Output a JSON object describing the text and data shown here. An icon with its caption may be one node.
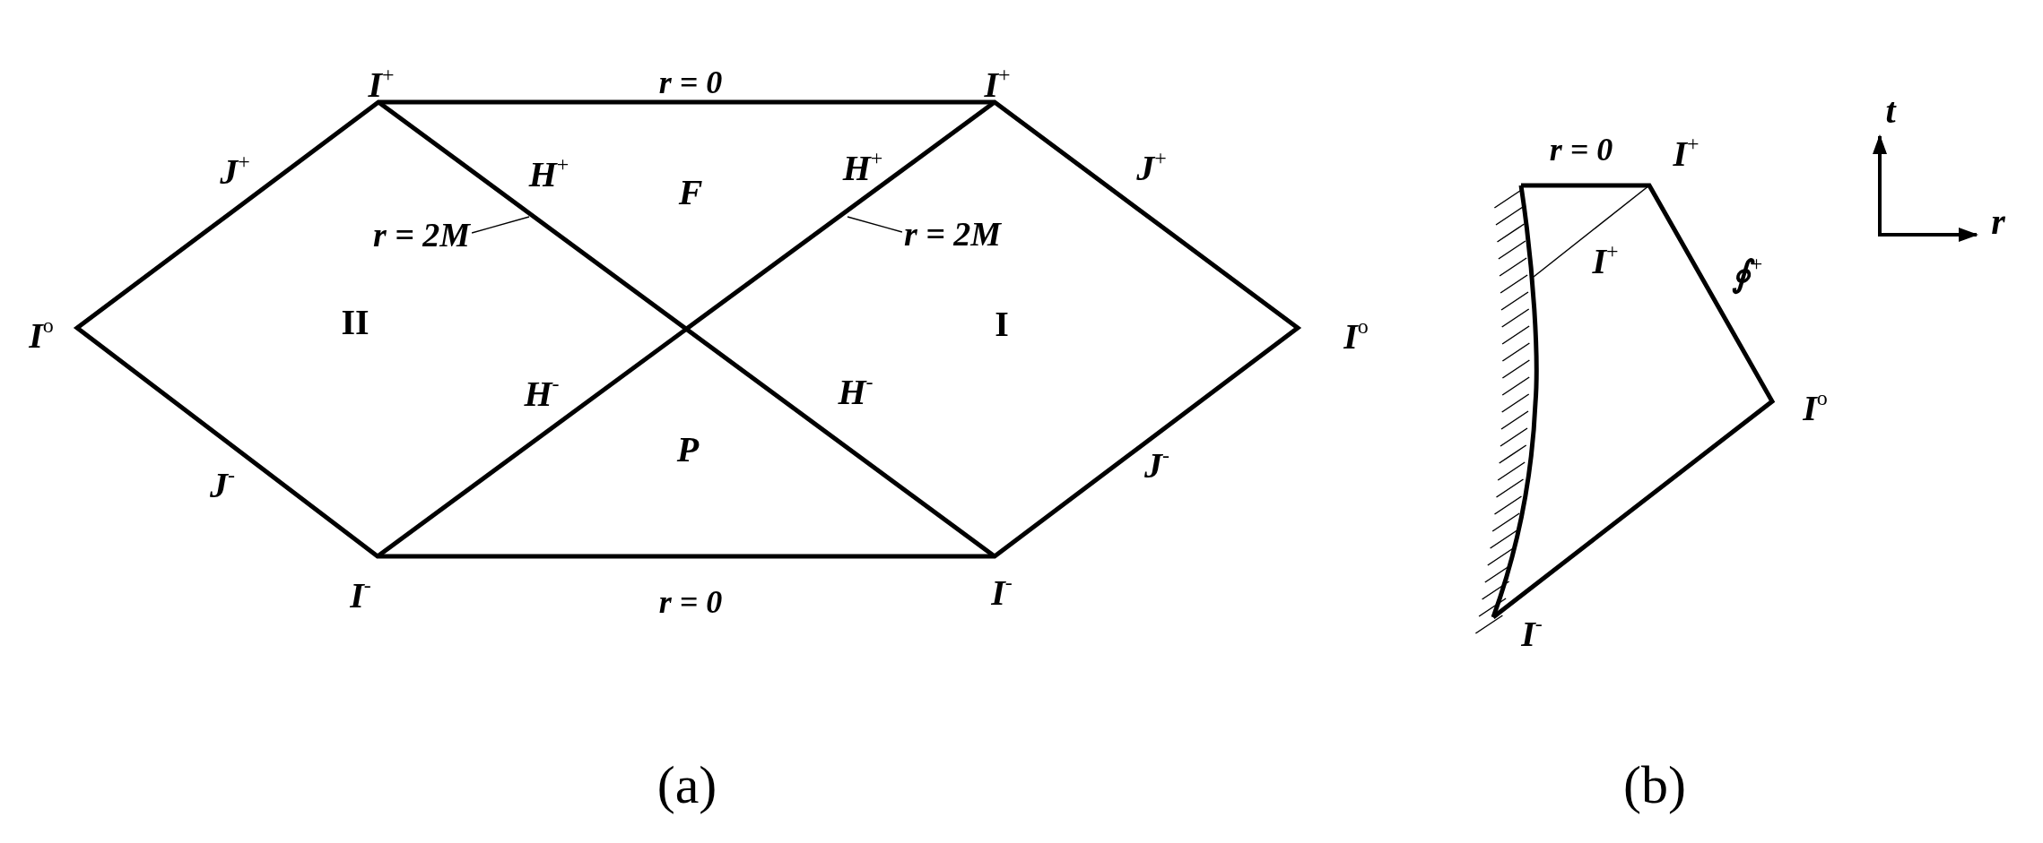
{
  "diagram": {
    "nodes": [
      {
        "text": [
          "r = 2M"
        ]
      },
      {
        "text": [
          "r = 2M"
        ]
      }
    ],
    "edges": [
      {
        "from": 0,
        "to": null,
        "arrow": "none"
      },
      {
        "from": 1,
        "to": null,
        "arrow": "none"
      }
    ],
    "labels": [
      "I$^{+}$",
      "r = 0",
      "I$^{+}$",
      "J$^{+}$",
      "H$^{+}$",
      "F",
      "H$^{+}$",
      "J$^{+}$",
      "I$^{o}$",
      "II",
      "I",
      "I$^{o}$",
      "H$^{-}$",
      "H$^{-}$",
      "P",
      "J$^{-}$",
      "J$^{-}$",
      "I$^{-}$",
      "r = 0",
      "I$^{-}$",
      "(a)",
      "t",
      "r = 0",
      "I$^{+}$",
      "r",
      "I$^{+}$",
      "∮$^{+}$",
      "I$^{o}$",
      "I$^{-}$",
      "(b)"
    ]
  }
}
